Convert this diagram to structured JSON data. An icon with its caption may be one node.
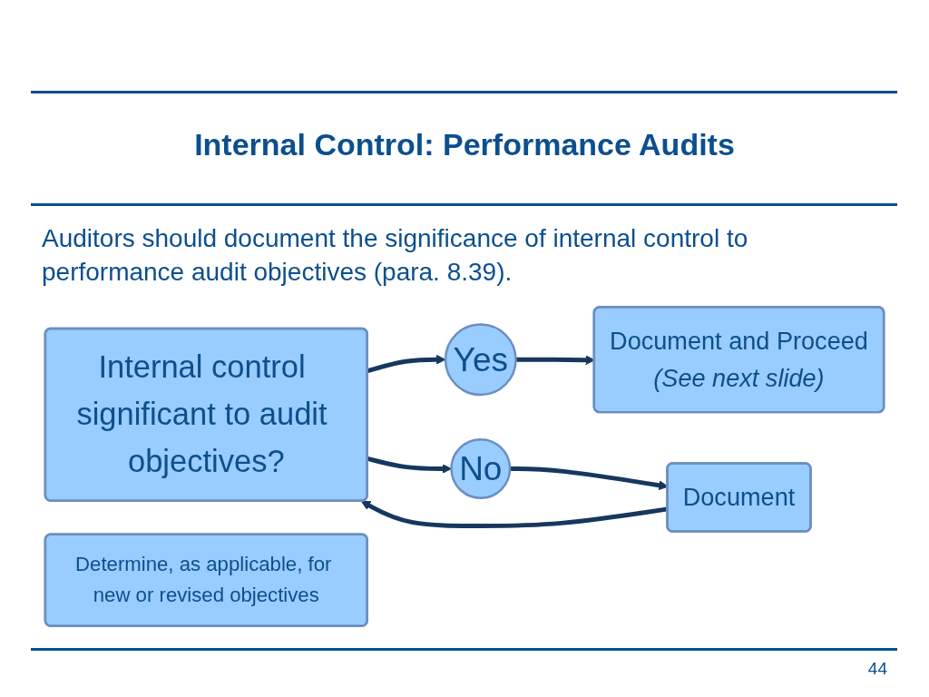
{
  "diagram": {
    "title": "Internal Control: Performance Audits",
    "nodes": [
      {
        "text": [
          "Internal control significant to audit objectives?"
        ]
      },
      {
        "text": [
          "Yes"
        ]
      },
      {
        "text": [
          "No"
        ]
      },
      {
        "text": [
          "Document and Proceed",
          "(See next slide)"
        ]
      },
      {
        "text": [
          "Document"
        ]
      },
      {
        "text": [
          "Determine, as applicable, for new or revised objectives"
        ]
      }
    ],
    "edges": [
      {
        "from": 0,
        "to": 1,
        "arrow": "to"
      },
      {
        "from": 0,
        "to": 2,
        "arrow": "to"
      },
      {
        "from": 1,
        "to": 3,
        "arrow": "to"
      },
      {
        "from": 2,
        "to": 4,
        "arrow": "to"
      },
      {
        "from": 4,
        "to": 0,
        "arrow": "to"
      }
    ],
    "labels": [
      "Auditors should document the significance of internal control to performance audit objectives (para. 8.39).",
      "44"
    ]
  }
}
